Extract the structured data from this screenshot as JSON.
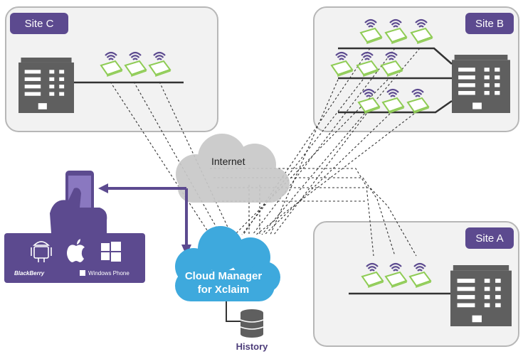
{
  "colors": {
    "purple": "#5c4a8f",
    "purple_light": "#8a78c0",
    "panel_bg": "#f2f2f2",
    "panel_border": "#b7b7b7",
    "building": "#5f5f5f",
    "ap_green": "#8fcc55",
    "cloud_gray": "#c8c8c8",
    "cloud_blue": "#3ea9dd"
  },
  "sites": {
    "site_c": {
      "label": "Site C"
    },
    "site_b": {
      "label": "Site B"
    },
    "site_a": {
      "label": "Site A"
    }
  },
  "internet": {
    "label": "Internet"
  },
  "cloud_manager": {
    "line1": "Cloud Manager",
    "line2": "for Xclaim"
  },
  "history": {
    "label": "History"
  },
  "mobile": {
    "platforms": [
      "android-icon",
      "apple-icon",
      "windows-icon"
    ],
    "blackberry_label": "BlackBerry",
    "windows_phone_label": "Windows Phone"
  }
}
